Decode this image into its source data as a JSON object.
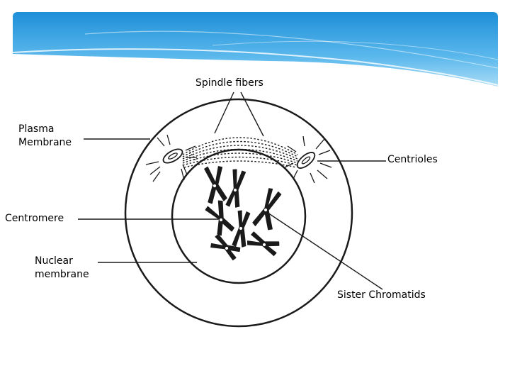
{
  "header": {
    "banner_colors": [
      "#1e8fd8",
      "#5bb8ec",
      "#a9dcf6",
      "#ffffff"
    ]
  },
  "diagram": {
    "labels": {
      "spindle_fibers": "Spindle fibers",
      "plasma_membrane": "Plasma\nMembrane",
      "centrioles": "Centrioles",
      "centromere": "Centromere",
      "nuclear_membrane": "Nuclear\nmembrane",
      "sister_chromatids": "Sister Chromatids"
    },
    "line_color": "#1a1a1a"
  }
}
